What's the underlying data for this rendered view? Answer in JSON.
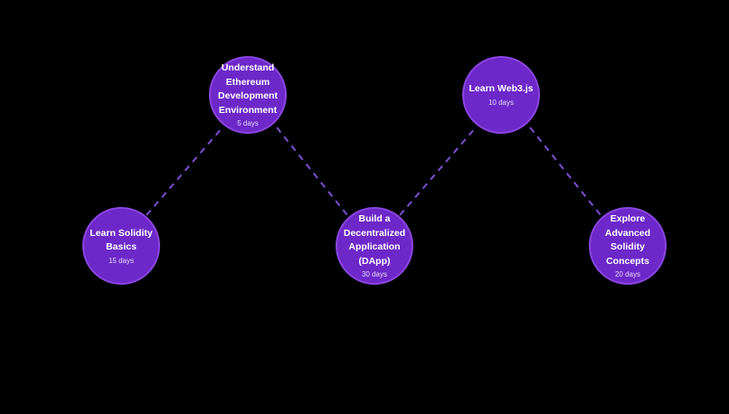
{
  "colors": {
    "background": "#000000",
    "node_fill": "#6d28c9",
    "node_border": "#8a45e0",
    "connector": "#7b4fd1",
    "title_text": "#ffffff",
    "duration_text": "#e2d6f7"
  },
  "steps": [
    {
      "title": "Learn Solidity Basics",
      "duration": "15 days"
    },
    {
      "title": "Understand Ethereum Development Environment",
      "duration": "5 days"
    },
    {
      "title": "Build a Decentralized Application (DApp)",
      "duration": "30 days"
    },
    {
      "title": "Learn Web3.js",
      "duration": "10 days"
    },
    {
      "title": "Explore Advanced Solidity Concepts",
      "duration": "20 days"
    }
  ]
}
